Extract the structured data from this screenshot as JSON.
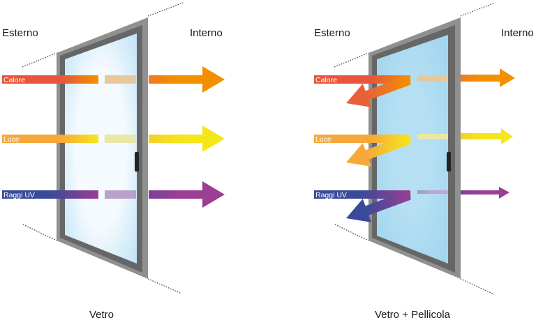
{
  "left_panel": {
    "outside_label": "Esterno",
    "inside_label": "Interno",
    "caption": "Vetro",
    "rays": [
      {
        "label": "Calore",
        "color_start": "#e8553a",
        "color_end": "#f39000"
      },
      {
        "label": "Luce",
        "color_start": "#f7a83a",
        "color_end": "#f5e61a"
      },
      {
        "label": "Raggi UV",
        "color_start": "#3a4a9a",
        "color_end": "#9a3f92"
      }
    ]
  },
  "right_panel": {
    "outside_label": "Esterno",
    "inside_label": "Interno",
    "caption": "Vetro + Pellicola",
    "rays": [
      {
        "label": "Calore"
      },
      {
        "label": "Luce"
      },
      {
        "label": "Raggi UV"
      }
    ]
  },
  "colors": {
    "frame_outer": "#8f9090",
    "frame_inner": "#666666",
    "glass_plain": "#eaf5fc",
    "glass_film": "#aedcf2"
  }
}
